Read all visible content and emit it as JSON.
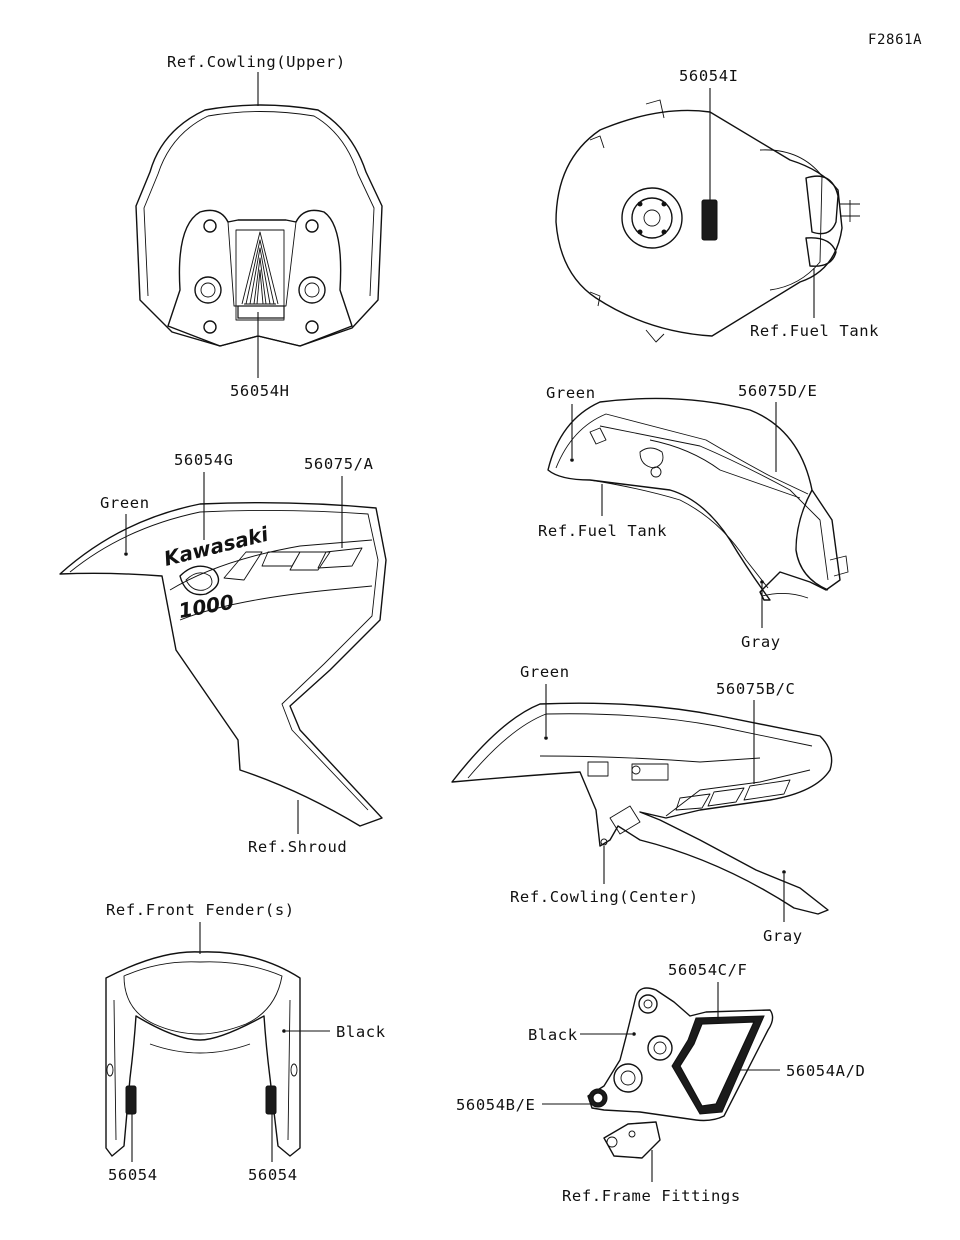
{
  "figure_id": "F2861A",
  "labels": {
    "ref_cowling_upper": "Ref.Cowling(Upper)",
    "part_56054h": "56054H",
    "part_56054i": "56054I",
    "ref_fuel_tank_1": "Ref.Fuel Tank",
    "part_56054g": "56054G",
    "part_56075a": "56075/A",
    "green_shroud": "Green",
    "ref_shroud": "Ref.Shroud",
    "green_tank": "Green",
    "part_56075de": "56075D/E",
    "ref_fuel_tank_2": "Ref.Fuel Tank",
    "gray_tank": "Gray",
    "green_cowling": "Green",
    "part_56075bc": "56075B/C",
    "ref_cowling_center": "Ref.Cowling(Center)",
    "gray_cowling": "Gray",
    "ref_front_fender": "Ref.Front Fender(s)",
    "black_fender": "Black",
    "part_56054_left": "56054",
    "part_56054_right": "56054",
    "part_56054cf": "56054C/F",
    "black_frame": "Black",
    "part_56054ad": "56054A/D",
    "part_56054be": "56054B/E",
    "ref_frame_fittings": "Ref.Frame Fittings"
  },
  "decal_text": {
    "brand": "Kawasaki",
    "displacement": "1000"
  }
}
